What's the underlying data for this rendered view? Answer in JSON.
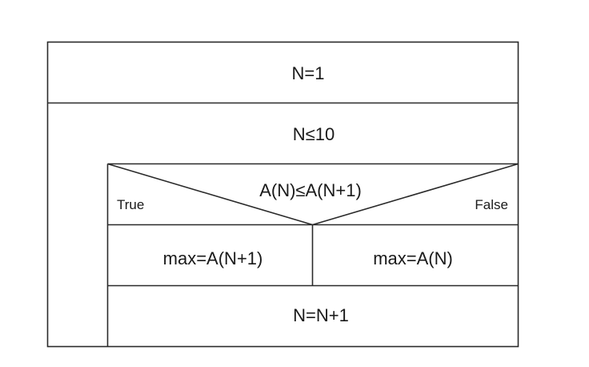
{
  "diagram": {
    "init_statement": "N=1",
    "loop_condition": "N≤10",
    "decision_condition": "A(N)≤A(N+1)",
    "true_label": "True",
    "false_label": "False",
    "true_branch": "max=A(N+1)",
    "false_branch": "max=A(N)",
    "increment": "N=N+1"
  }
}
